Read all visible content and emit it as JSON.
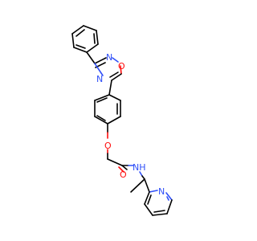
{
  "molecule": {
    "atoms": {
      "oxadiazole_n_top": "N",
      "oxadiazole_o": "O",
      "oxadiazole_n_bottom": "N",
      "ether_o": "O",
      "carbonyl_o": "O",
      "amide_nh": "NH",
      "pyridine_n": "N"
    }
  },
  "colors": {
    "bond": "#000000",
    "oxygen": "#ff0d0d",
    "nitrogen": "#3050f8",
    "background": "#ffffff"
  }
}
